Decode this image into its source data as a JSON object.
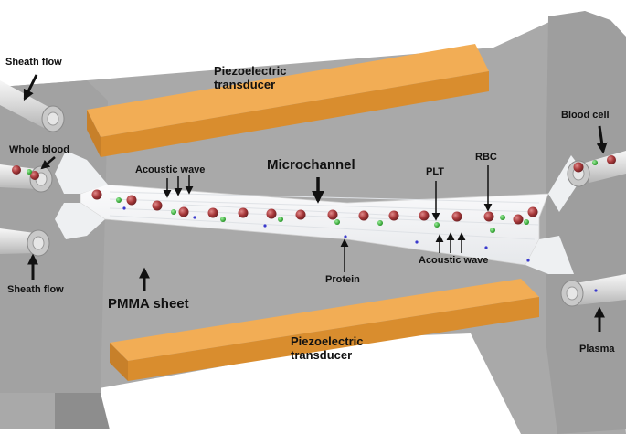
{
  "labels": {
    "sheath_flow_top": "Sheath flow",
    "whole_blood": "Whole blood",
    "sheath_flow_bottom": "Sheath flow",
    "pmma_sheet": "PMMA sheet",
    "piezo_top": "Piezoelectric\ntransducer",
    "piezo_bottom": "Piezoelectric\ntransducer",
    "acoustic_wave_top": "Acoustic wave",
    "acoustic_wave_bottom": "Acoustic wave",
    "microchannel": "Microchannel",
    "plt": "PLT",
    "rbc": "RBC",
    "protein": "Protein",
    "blood_cell": "Blood cell",
    "plasma": "Plasma"
  },
  "colors": {
    "pmma": "#a9a9a9",
    "pmma_dark": "#8d8d8d",
    "transducer": "#f2ad55",
    "transducer_dark": "#d98d2e",
    "channel": "#f4f5f7",
    "rbc": "#a8393b",
    "platelet": "#2fb52f",
    "protein": "#3a3acd"
  }
}
